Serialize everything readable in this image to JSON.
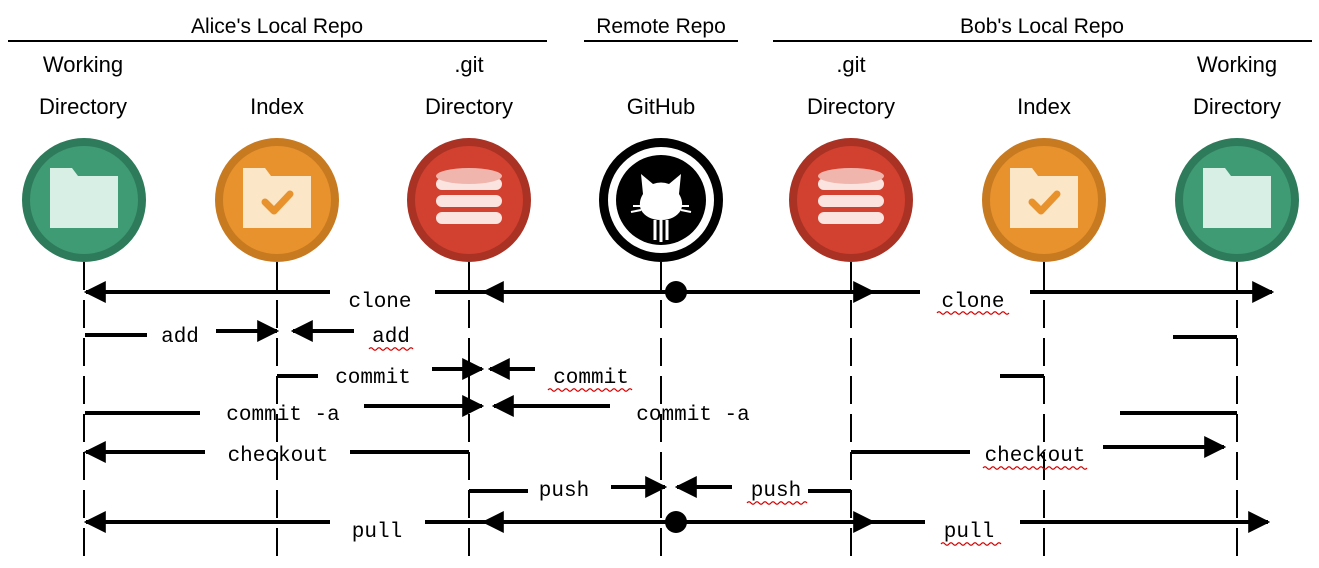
{
  "sections": [
    {
      "title": "Alice's Local Repo"
    },
    {
      "title": "Remote Repo"
    },
    {
      "title": "Bob's Local Repo"
    }
  ],
  "columns": [
    {
      "line1": "Working",
      "line2": "Directory",
      "icon": "folder-icon",
      "color": "#3f9b74"
    },
    {
      "line1": "",
      "line2": "Index",
      "icon": "folder-check-icon",
      "color": "#e8922e"
    },
    {
      "line1": ".git",
      "line2": "Directory",
      "icon": "database-icon",
      "color": "#d2402f"
    },
    {
      "line1": "",
      "line2": "GitHub",
      "icon": "github-octocat-icon",
      "color": "#000000"
    },
    {
      "line1": ".git",
      "line2": "Directory",
      "icon": "database-icon",
      "color": "#d2402f"
    },
    {
      "line1": "",
      "line2": "Index",
      "icon": "folder-check-icon",
      "color": "#e8922e"
    },
    {
      "line1": "Working",
      "line2": "Directory",
      "icon": "folder-icon",
      "color": "#3f9b74"
    }
  ],
  "commands": {
    "clone": "clone",
    "add": "add",
    "commit": "commit",
    "commit_a": "commit -a",
    "checkout": "checkout",
    "push": "push",
    "pull": "pull"
  }
}
